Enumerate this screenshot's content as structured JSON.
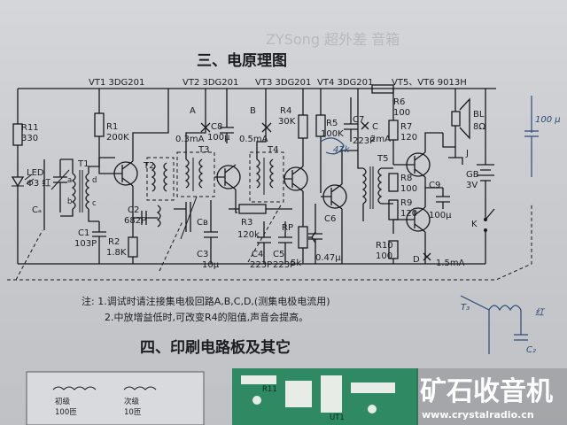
{
  "section3_title": "三、电原理图",
  "section4_title": "四、印刷电路板及其它",
  "notes": [
    "注: 1.调试时请注接集电极回路A,B,C,D,(测集电极电流用)",
    "2.中放增益低时,可改变R4的阻值,声音会提高。"
  ],
  "transistors": {
    "vt1": "VT1 3DG201",
    "vt2": "VT2 3DG201",
    "vt3": "VT3 3DG201",
    "vt4": "VT4 3DG201",
    "vt56": "VT5、VT6 9013H"
  },
  "components": {
    "r11": "R11",
    "r11v": "330",
    "led": "LED",
    "ledv": "Φ3 红",
    "r1": "R1",
    "r1v": "200K",
    "t1": "T1",
    "a": "a",
    "b": "b",
    "c": "c",
    "d": "d",
    "ca": "Cₐ",
    "c1": "C1",
    "c1v": "103P",
    "r2": "R2",
    "r2v": "1.8K",
    "t2": "T2",
    "c2": "C2",
    "c2v": "682P",
    "ax": "A",
    "a_cur": "0.3mA",
    "c8": "C8",
    "c8v": "100μ",
    "bx": "B",
    "b_cur": "0.5mA",
    "t3": "T3",
    "cb": "Cʙ",
    "t4": "T4",
    "r4": "R4",
    "r4v": "30K",
    "r3": "R3",
    "r3v": "120k",
    "c3": "C3",
    "c3v": "10μ",
    "c4": "C4",
    "c4v": "223P",
    "c5": "C5",
    "c5v": "223P",
    "rp": "RP",
    "rpv": "5k",
    "r5": "R5",
    "r5v": "100K",
    "c7": "C7",
    "c7v": "223P",
    "cx": "C",
    "c_cur": "2mA",
    "c6": "C6",
    "c6v": "0.47μ",
    "t5": "T5",
    "r6": "R6",
    "r6v": "100",
    "r7": "R7",
    "r7v": "120",
    "r8": "R8",
    "r8v": "100",
    "r9": "R9",
    "r9v": "120",
    "r10": "R10",
    "r10v": "100",
    "c9": "C9",
    "c9v": "100μ",
    "dx": "D",
    "d_cur": "1.5mA",
    "bl": "BL",
    "blv": "8Ω",
    "j": "J",
    "gb": "GB",
    "gbv": "3V",
    "k": "K"
  },
  "handwritten": {
    "c_side": "100 μ",
    "c2_note": "C₂",
    "t3_note": "T₃",
    "red": "红",
    "r_note": "47k"
  },
  "pcb": {
    "primary": "初级",
    "primary_turns": "100匝",
    "secondary": "次级",
    "secondary_turns": "10匝",
    "r11": "R11",
    "ut1": "UT1"
  },
  "watermark": {
    "brand": "矿石收音机",
    "url": "www.crystalradio.cn"
  }
}
